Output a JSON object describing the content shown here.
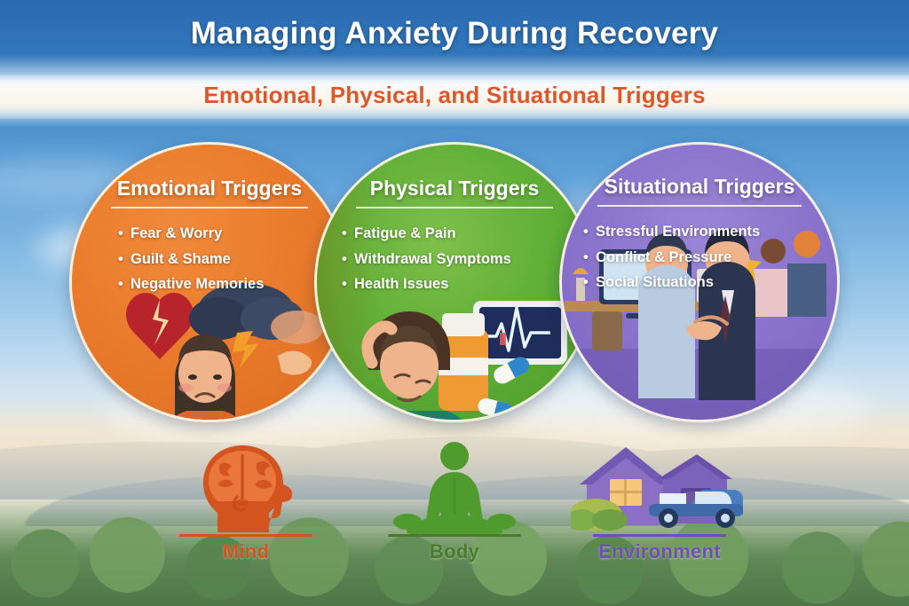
{
  "header": {
    "title": "Managing Anxiety During Recovery",
    "subtitle": "Emotional, Physical, and Situational Triggers",
    "title_color": "#ffffff",
    "subtitle_color": "#e0562a"
  },
  "venn": {
    "circles": [
      {
        "id": "emotional",
        "heading": "Emotional Triggers",
        "color": "#ea7b2c",
        "bullets": [
          "Fear & Worry",
          "Guilt & Shame",
          "Negative Memories"
        ],
        "illustration": "sad-person-broken-heart-storm-cloud-illustration"
      },
      {
        "id": "physical",
        "heading": "Physical Triggers",
        "color": "#5fae36",
        "bullets": [
          "Fatigue & Pain",
          "Withdrawal Symptoms",
          "Health Issues"
        ],
        "illustration": "tired-man-pill-bottle-ecg-monitor-illustration"
      },
      {
        "id": "situational",
        "heading": "Situational Triggers",
        "color": "#8a73cc",
        "bullets": [
          "Stressful Environments",
          "Conflict & Pressure",
          "Social Situations"
        ],
        "illustration": "office-handshake-people-illustration"
      }
    ]
  },
  "legend": [
    {
      "id": "mind",
      "label": "Mind",
      "color": "#d4541f",
      "icon": "head-brain-icon"
    },
    {
      "id": "body",
      "label": "Body",
      "color": "#4a7a2c",
      "icon": "meditating-person-icon"
    },
    {
      "id": "environment",
      "label": "Environment",
      "color": "#6f4fb3",
      "icon": "house-car-icon"
    }
  ],
  "background": {
    "sky_top": "#2a6ab0",
    "sky_bottom": "#b9d8ef",
    "landscape": "mountain-and-treeline-landscape"
  }
}
